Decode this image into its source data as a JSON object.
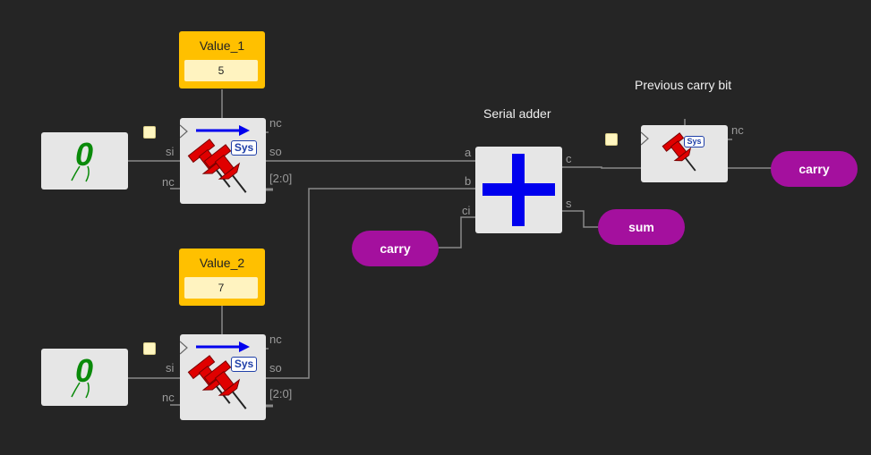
{
  "value_boxes": [
    {
      "title": "Value_1",
      "value": "5"
    },
    {
      "title": "Value_2",
      "value": "7"
    }
  ],
  "sources": [
    {
      "display": "0"
    },
    {
      "display": "0"
    }
  ],
  "shift_registers": [
    {
      "ports": {
        "nc_top": "nc",
        "si": "si",
        "nc_left": "nc",
        "so": "so",
        "range": "[2:0]"
      },
      "badge": "Sys"
    },
    {
      "ports": {
        "nc_top": "nc",
        "si": "si",
        "nc_left": "nc",
        "so": "so",
        "range": "[2:0]"
      },
      "badge": "Sys"
    }
  ],
  "adder": {
    "title": "Serial adder",
    "ports": {
      "a": "a",
      "b": "b",
      "ci": "ci",
      "c": "c",
      "s": "s"
    }
  },
  "carry_register": {
    "title": "Previous carry bit",
    "ports": {
      "nc": "nc"
    },
    "badge": "Sys"
  },
  "terminals": {
    "carry_in": "carry",
    "carry_out": "carry",
    "sum": "sum"
  },
  "colors": {
    "background": "#252525",
    "wire": "#8a8a8a",
    "block": "#e6e6e6",
    "value_box": "#ffc000",
    "terminal": "#a4109e",
    "adder_plus": "#0000ee",
    "arrow": "#0000ee",
    "pin": "#e00000",
    "source_digit": "#0a8a0a"
  },
  "icons": {
    "source": "digit-zero-walker-icon",
    "shift_register": "push-pin-icon",
    "adder": "plus-icon",
    "shift_arrow": "right-arrow-icon",
    "clock": "clock-triangle-icon"
  }
}
